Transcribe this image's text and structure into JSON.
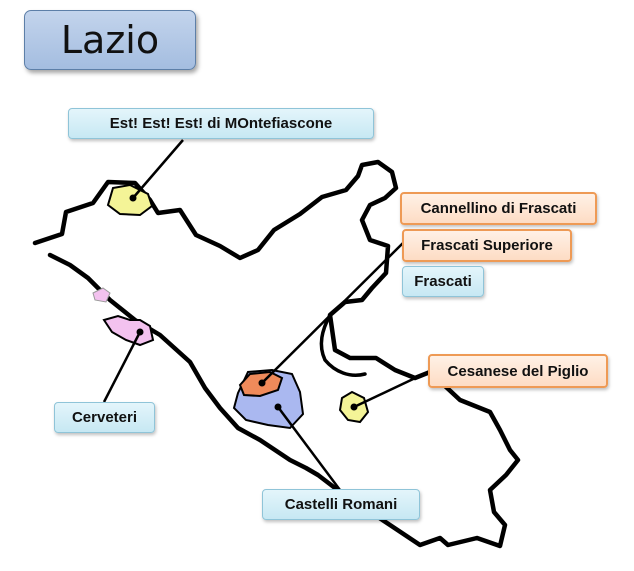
{
  "title": "Lazio",
  "labels": {
    "est": "Est! Est! Est! di MOntefiascone",
    "cannellino": "Cannellino di Frascati",
    "frascati_superiore": "Frascati Superiore",
    "frascati": "Frascati",
    "cesanese": "Cesanese del Piglio",
    "cerveteri": "Cerveteri",
    "castelli": "Castelli Romani"
  },
  "colors": {
    "yellow_zone": "#f4f497",
    "pink_zone": "#f3c2ef",
    "blue_zone": "#aab8f0",
    "orange_zone": "#ef8a5a",
    "blue_label": "#d3eef7",
    "orange_label_border": "#ee9a55"
  }
}
